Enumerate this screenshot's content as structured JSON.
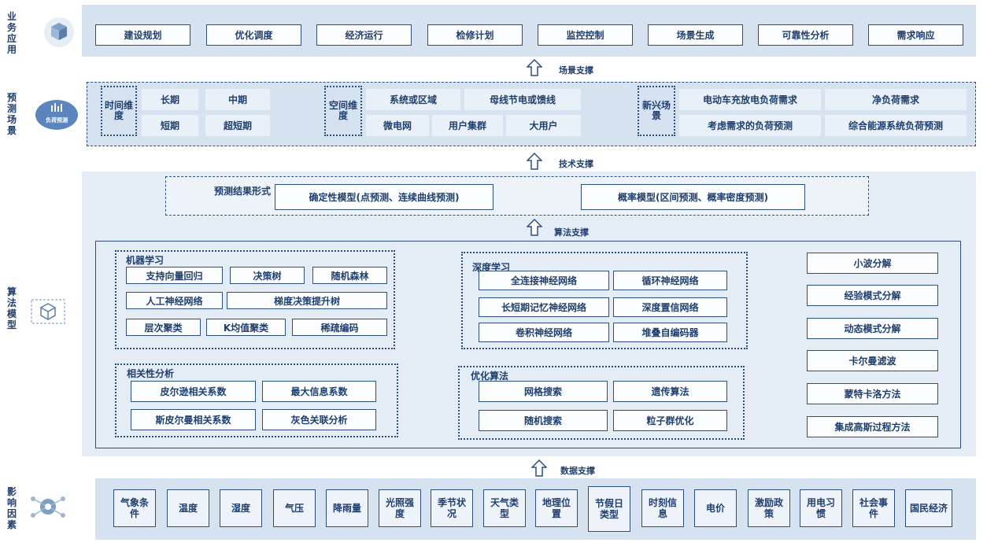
{
  "side_labels": {
    "business": "业务应用",
    "scenario": "预测场景",
    "algorithm": "算法模型",
    "factors": "影响因素"
  },
  "scenario_icon_text": "负荷预测",
  "business_apps": [
    "建设规划",
    "优化调度",
    "经济运行",
    "检修计划",
    "监控控制",
    "场景生成",
    "可靠性分析",
    "需求响应"
  ],
  "arrows": {
    "scene_support": "场景支撑",
    "tech_support": "技术支撑",
    "algo_support": "算法支撑",
    "data_support": "数据支撑"
  },
  "scenarios": {
    "time_title": "时间维度",
    "time_items": [
      "长期",
      "中期",
      "短期",
      "超短期"
    ],
    "space_title": "空间维度",
    "space_items": [
      "系统或区域",
      "母线节电或馈线",
      "微电网",
      "用户集群",
      "大用户"
    ],
    "new_title": "新兴场景",
    "new_items": [
      "电动车充放电负荷需求",
      "净负荷需求",
      "考虑需求的负荷预测",
      "综合能源系统负荷预测"
    ]
  },
  "result_form": {
    "title": "预测结果形式",
    "deterministic": "确定性模型(点预测、连续曲线预测)",
    "probabilistic": "概率模型(区间预测、概率密度预测)"
  },
  "ml": {
    "title": "机器学习",
    "items": [
      "支持向量回归",
      "决策树",
      "随机森林",
      "人工神经网络",
      "梯度决策提升树",
      "层次聚类",
      "K均值聚类",
      "稀疏编码"
    ]
  },
  "dl": {
    "title": "深度学习",
    "items": [
      "全连接神经网络",
      "循环神经网络",
      "长短期记忆神经网络",
      "深度置信网络",
      "卷积神经网络",
      "堆叠自编码器"
    ]
  },
  "corr": {
    "title": "相关性分析",
    "items": [
      "皮尔逊相关系数",
      "最大信息系数",
      "斯皮尔曼相关系数",
      "灰色关联分析"
    ]
  },
  "opt": {
    "title": "优化算法",
    "items": [
      "网格搜索",
      "遗传算法",
      "随机搜索",
      "粒子群优化"
    ]
  },
  "decomp": [
    "小波分解",
    "经验模式分解",
    "动态模式分解",
    "卡尔曼滤波",
    "蒙特卡洛方法",
    "集成高斯过程方法"
  ],
  "factors": [
    "气象条件",
    "温度",
    "湿度",
    "气压",
    "降雨量",
    "光照强度",
    "季节状况",
    "天气类型",
    "地理位置",
    "节假日类型",
    "时刻信息",
    "电价",
    "激励政策",
    "用电习惯",
    "社会事件",
    "国民经济"
  ],
  "colors": {
    "primary": "#2d4f80",
    "band": "#d6e2f0",
    "text": "#1f3f6e"
  }
}
